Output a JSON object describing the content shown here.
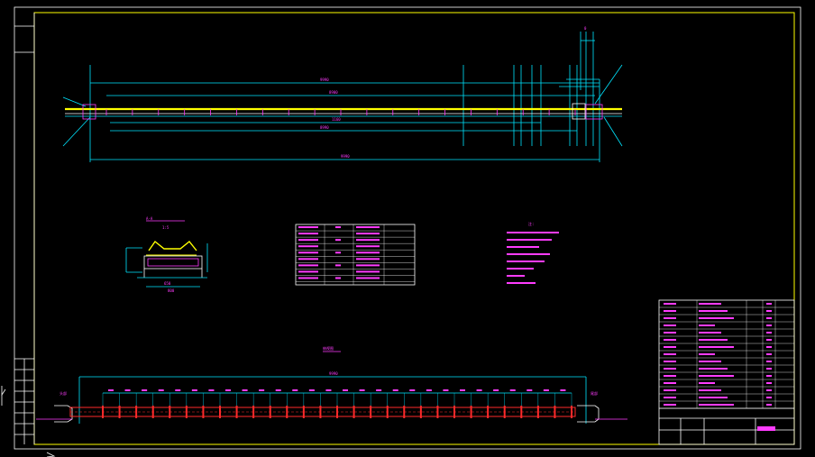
{
  "drawing": {
    "colors": {
      "background": "#000000",
      "frame": "#ffffff",
      "border": "#ffff00",
      "dimension": "#00e5ff",
      "annotation": "#ff3cff",
      "conveyor": "#ffff00",
      "bottom_view": "#ff2a2a"
    },
    "top_view": {
      "overall_dimension": "9990",
      "idler_count": 19
    },
    "bottom_view": {
      "roller_segments": 28
    },
    "parameter_table": {
      "rows": 9,
      "cols": 4
    },
    "notes": {
      "line_count": 8
    },
    "title_block": {
      "rows": 15
    },
    "left_panel": {
      "rows": 6
    }
  }
}
